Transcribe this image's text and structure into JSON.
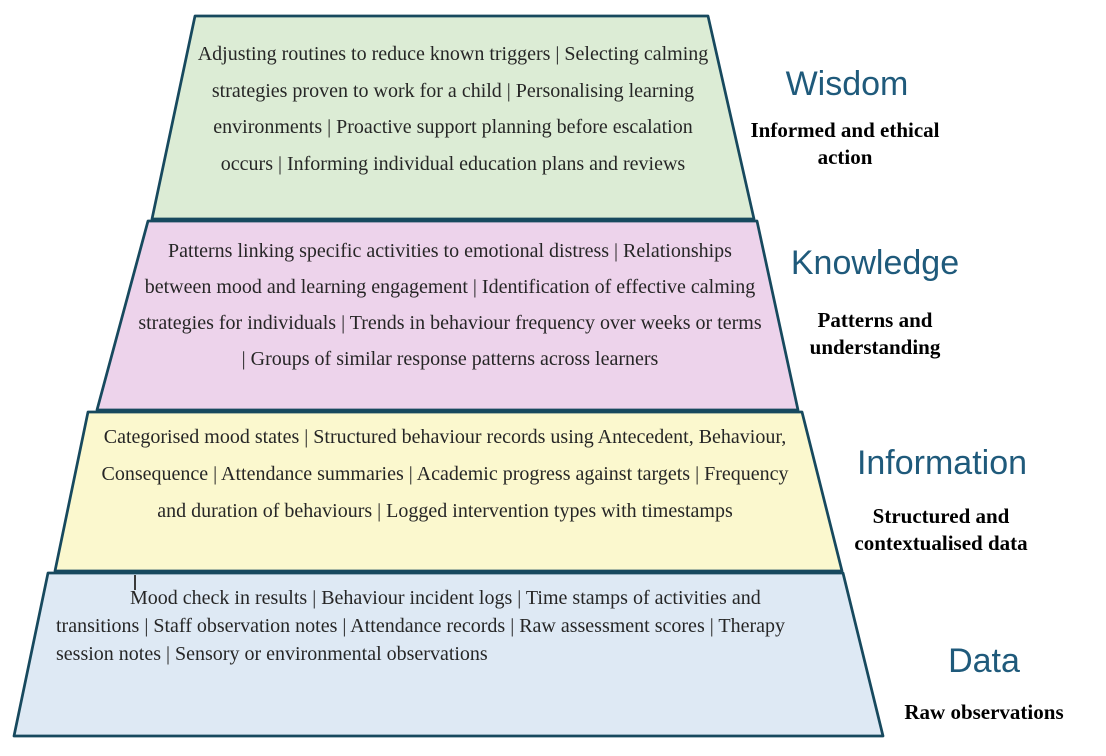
{
  "colors": {
    "border": "#17495e",
    "heading_text": "#1f5a7b",
    "body_text": "#262626",
    "sublabel_text": "#000000"
  },
  "layers": [
    {
      "name": "Wisdom",
      "sublabel": "Informed and ethical action",
      "content": "Adjusting routines to reduce known triggers | Selecting calming strategies proven to work for a child | Personalising learning environments | Proactive support planning before escalation occurs | Informing individual education plans and reviews",
      "fill": "#dcecd5"
    },
    {
      "name": "Knowledge",
      "sublabel": "Patterns and understanding",
      "content": "Patterns linking specific activities to emotional distress | Relationships between mood and learning engagement | Identification of effective calming strategies for individuals | Trends in behaviour frequency over weeks or terms | Groups of similar response patterns across learners",
      "fill": "#edd3eb"
    },
    {
      "name": "Information",
      "sublabel": "Structured and contextualised data",
      "content": "Categorised mood states | Structured behaviour records using Antecedent, Behaviour, Consequence | Attendance summaries | Academic progress against targets | Frequency and duration of behaviours | Logged intervention types with timestamps",
      "fill": "#fbf8ce"
    },
    {
      "name": "Data",
      "sublabel": "Raw observations",
      "content": "Mood check in results | Behaviour incident logs | Time stamps of activities and transitions | Staff observation notes | Attendance records | Raw assessment scores | Therapy session notes | Sensory or environmental observations",
      "fill": "#dee9f4"
    }
  ]
}
